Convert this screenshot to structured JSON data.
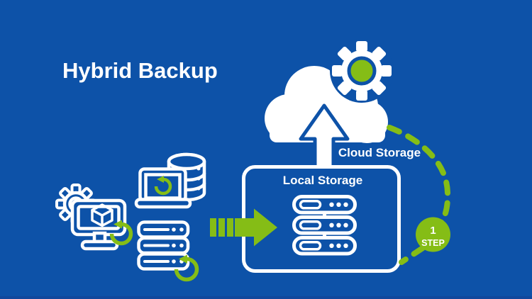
{
  "title": "Hybrid Backup",
  "diagram": {
    "cloud_label": "Cloud Storage",
    "box_label": "Local Storage",
    "step_badge": {
      "number": "1",
      "label": "STEP"
    }
  },
  "colors": {
    "background": "#0D52A8",
    "accent_green": "#85BD16",
    "white": "#FFFFFF",
    "footer_strip": "#11489C"
  },
  "icons": [
    "cloud-icon",
    "cloud-gear-icon",
    "upload-arrow-icon",
    "local-server-stack-icon",
    "settings-gear-icon",
    "monitor-icon",
    "cube-icon",
    "laptop-icon",
    "database-icon",
    "server-stack-icon",
    "refresh-icon",
    "transfer-arrow-icon",
    "sync-dashed-path",
    "step-badge"
  ]
}
